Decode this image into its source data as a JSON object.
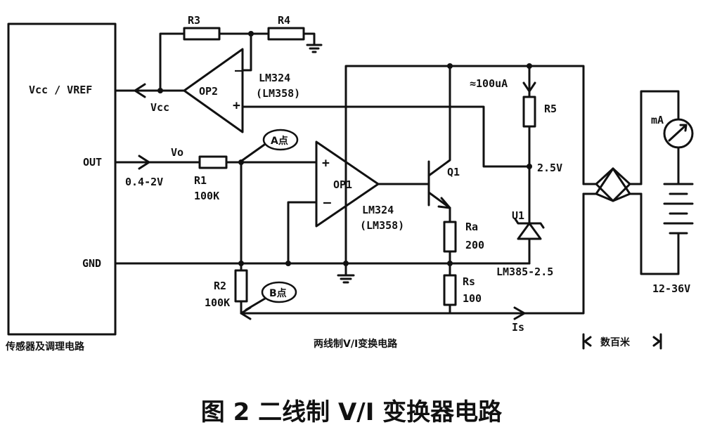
{
  "labels": {
    "vcc_vref": "Vcc / VREF",
    "out": "OUT",
    "gnd": "GND",
    "sensor_block": "传感器及调理电路",
    "r3": "R3",
    "r4": "R4",
    "op2": "OP2",
    "op2_part": "LM324",
    "op2_alt": "(LM358)",
    "vcc": "Vcc",
    "vo": "Vo",
    "input_range": "0.4-2V",
    "r1": "R1",
    "r1_val": "100K",
    "point_a": "A点",
    "point_b": "B点",
    "op1": "OP1",
    "op1_part": "LM324",
    "op1_alt": "(LM358)",
    "q1": "Q1",
    "ra": "Ra",
    "ra_val": "200",
    "rs": "Rs",
    "rs_val": "100",
    "r2": "R2",
    "r2_val": "100K",
    "current_100ua": "≈100uA",
    "r5": "R5",
    "v25": "2.5V",
    "u1": "U1",
    "u1_part": "LM385-2.5",
    "is": "Is",
    "converter_block": "两线制V/I变换电路",
    "distance": "数百米",
    "meter": "mA",
    "supply": "12-36V",
    "caption": "图 2   二线制 V/I 变换器电路"
  }
}
